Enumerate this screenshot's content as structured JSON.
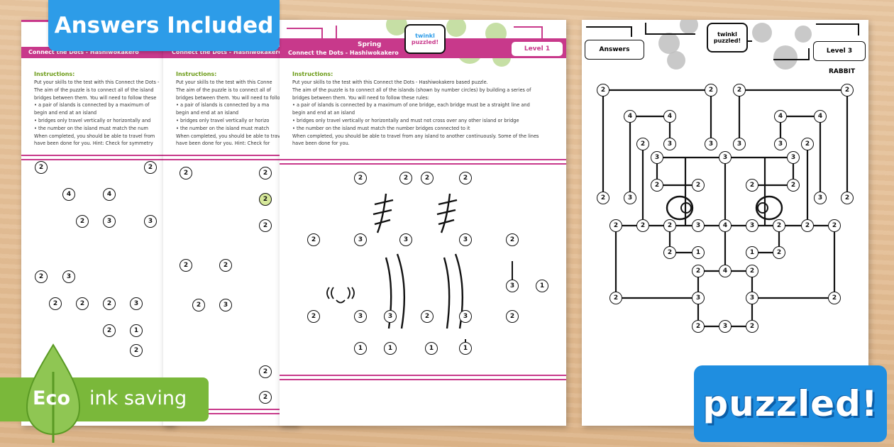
{
  "banner": {
    "answers_label": "Answers Included"
  },
  "eco": {
    "eco_label": "Eco",
    "ink_label": "ink saving"
  },
  "brand": {
    "puzzled_label": "puzzled!",
    "logo_top": "twinkl",
    "logo_bottom": "puzzled!"
  },
  "sheet1": {
    "header": "Connect the Dots - Hashiwokakero",
    "instructions_title": "Instructions:",
    "instructions": "Put your skills to the test with this Connect the Dots -\nThe aim of the puzzle is to connect all of the island\nbridges between them. You will need to follow these\n•  a pair of islands is connected by a maximum of\n    begin and end at an island\n•  bridges only travel vertically or horizontally and\n•  the number on the island must match the num\nWhen completed, you should be able to travel from\nhave been done for you. Hint: Check for symmetry"
  },
  "sheet2": {
    "header": "Connect the Dots - Hashiwokakero",
    "instructions_title": "Instructions:",
    "instructions": "Put your skills to the test with this Conne\nThe aim of the puzzle is to connect all of\nbridges between them. You will need to follow thes\n•  a pair of islands is connected by a ma\n    begin and end at an island\n•  bridges only travel vertically or horizo\n•  the number on the island must match\nWhen completed, you should be able to trave\nhave been done for you. Hint: Check for"
  },
  "sheet3": {
    "title": "Spring",
    "header": "Connect the Dots - Hashiwokakero",
    "level": "Level 1",
    "instructions_title": "Instructions:",
    "instructions": "Put your skills to the test with this Connect the Dots - Hashiwokakero based puzzle.\nThe aim of the puzzle is to connect all of the islands (shown by number circles) by building a series of\nbridges between them. You will need to follow these rules:\n•  a pair of islands is connected by a maximum of one bridge, each bridge must be a straight line and\n    begin and end at an island\n•  bridges only travel vertically or horizontally and must not cross over any other island or bridge\n•  the number on the island must match the number bridges connected to it\nWhen completed, you should be able to travel from any island to another continuously. Some of the lines\nhave been done for you."
  },
  "sheet4": {
    "answers_tab": "Answers",
    "level": "Level 3",
    "title": "RABBIT"
  },
  "colors": {
    "pink": "#c8398b",
    "green": "#7ab83a",
    "blue": "#2d9ce8",
    "bubble_green": "#b8d78f"
  },
  "icons": [
    "leaf-icon",
    "twinkl-logo"
  ]
}
